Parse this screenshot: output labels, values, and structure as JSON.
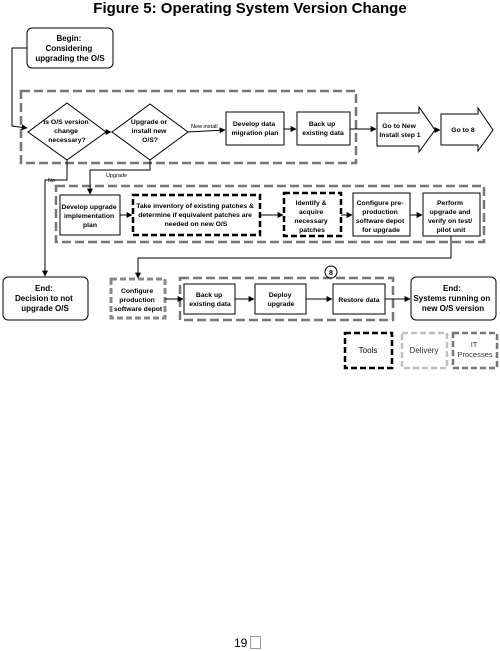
{
  "title": "Figure 5: Operating System Version Change",
  "nodes": {
    "begin": [
      "Begin:",
      "Considering",
      "upgrading the O/S"
    ],
    "decision1": [
      "Is O/S version",
      "change",
      "necessary?"
    ],
    "decision2": [
      "Upgrade or",
      "install new",
      "O/S?"
    ],
    "develop_data": [
      "Develop data",
      "migration plan"
    ],
    "backup1": [
      "Back up",
      "existing data"
    ],
    "goto_new": [
      "Go to New",
      "Install step 1"
    ],
    "goto_8": [
      "Go to 8"
    ],
    "develop_upgrade": [
      "Develop upgrade",
      "implementation",
      "plan"
    ],
    "inventory": [
      "Take inventory of existing patches &",
      "determine if equivalent patches are",
      "needed on new O/S"
    ],
    "identify": [
      "Identify &",
      "acquire",
      "necessary",
      "patches"
    ],
    "configure_pre": [
      "Configure pre-",
      "production",
      "software depot",
      "for upgrade"
    ],
    "perform": [
      "Perform",
      "upgrade and",
      "verify on test/",
      "pilot unit"
    ],
    "end_no": [
      "End:",
      "Decision to not",
      "upgrade O/S"
    ],
    "configure_prod": [
      "Configure",
      "production",
      "software depot"
    ],
    "backup2": [
      "Back up",
      "existing data"
    ],
    "deploy": [
      "Deploy",
      "upgrade"
    ],
    "restore": [
      "Restore data"
    ],
    "end_yes": [
      "End:",
      "Systems running on",
      "new O/S version"
    ],
    "connector_8": "8"
  },
  "edge_labels": {
    "new_install": "New install",
    "no": "No",
    "upgrade": "Upgrade"
  },
  "legend": {
    "tools": "Tools",
    "delivery": "Delivery",
    "it_processes": [
      "IT",
      "Processes"
    ]
  },
  "page_number": "19",
  "colors": {
    "tools_border": "#000000",
    "delivery_border": "#c0c0c0",
    "it_processes_border": "#777777",
    "line": "#000000"
  }
}
